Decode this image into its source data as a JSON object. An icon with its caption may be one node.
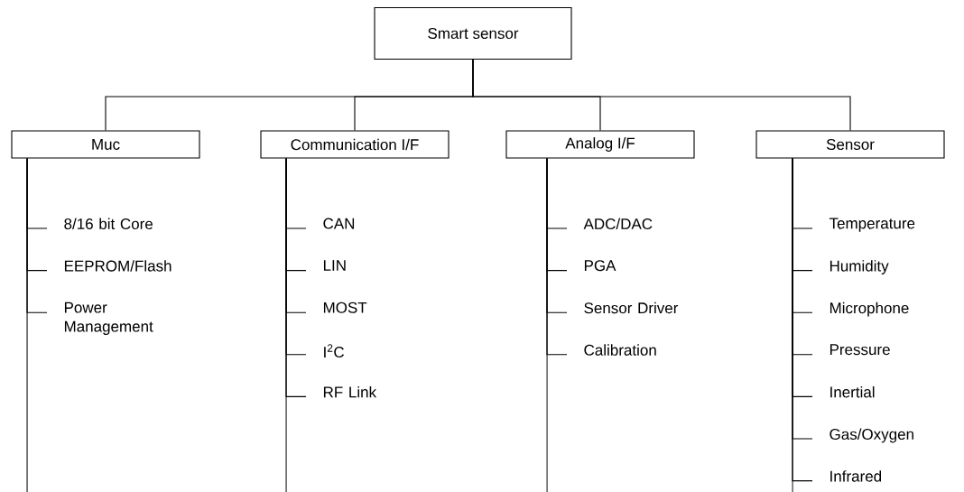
{
  "diagram": {
    "nodes": [
      {
        "text": [
          "Smart sensor"
        ]
      },
      {
        "text": [
          "Muc"
        ]
      },
      {
        "text": [
          "Communication I/F"
        ]
      },
      {
        "text": [
          "Analog I/F"
        ]
      },
      {
        "text": [
          "Sensor"
        ]
      },
      {
        "text": [
          "8/16 bit Core"
        ]
      },
      {
        "text": [
          "EEPROM/Flash"
        ]
      },
      {
        "text": [
          "Power Management"
        ]
      },
      {
        "text": [
          "CAN"
        ]
      },
      {
        "text": [
          "LIN"
        ]
      },
      {
        "text": [
          "MOST"
        ]
      },
      {
        "text": [
          "I$^{2}$C"
        ]
      },
      {
        "text": [
          "RF Link"
        ]
      },
      {
        "text": [
          "ADC/DAC"
        ]
      },
      {
        "text": [
          "PGA"
        ]
      },
      {
        "text": [
          "Sensor Driver"
        ]
      },
      {
        "text": [
          "Calibration"
        ]
      },
      {
        "text": [
          "Temperature"
        ]
      },
      {
        "text": [
          "Humidity"
        ]
      },
      {
        "text": [
          "Microphone"
        ]
      },
      {
        "text": [
          "Pressure"
        ]
      },
      {
        "text": [
          "Inertial"
        ]
      },
      {
        "text": [
          "Gas/Oxygen"
        ]
      },
      {
        "text": [
          "Infrared"
        ]
      }
    ],
    "edges": [
      {
        "from": 0,
        "to": 1,
        "arrow": "none"
      },
      {
        "from": 0,
        "to": 2,
        "arrow": "none"
      },
      {
        "from": 0,
        "to": 3,
        "arrow": "none"
      },
      {
        "from": 0,
        "to": 4,
        "arrow": "none"
      },
      {
        "from": 1,
        "to": 5,
        "arrow": "none"
      },
      {
        "from": 1,
        "to": 6,
        "arrow": "none"
      },
      {
        "from": 1,
        "to": 7,
        "arrow": "none"
      },
      {
        "from": 2,
        "to": 8,
        "arrow": "none"
      },
      {
        "from": 2,
        "to": 9,
        "arrow": "none"
      },
      {
        "from": 2,
        "to": 10,
        "arrow": "none"
      },
      {
        "from": 2,
        "to": 11,
        "arrow": "none"
      },
      {
        "from": 2,
        "to": 12,
        "arrow": "none"
      },
      {
        "from": 3,
        "to": 13,
        "arrow": "none"
      },
      {
        "from": 3,
        "to": 14,
        "arrow": "none"
      },
      {
        "from": 3,
        "to": 15,
        "arrow": "none"
      },
      {
        "from": 3,
        "to": 16,
        "arrow": "none"
      },
      {
        "from": 4,
        "to": 17,
        "arrow": "none"
      },
      {
        "from": 4,
        "to": 18,
        "arrow": "none"
      },
      {
        "from": 4,
        "to": 19,
        "arrow": "none"
      },
      {
        "from": 4,
        "to": 20,
        "arrow": "none"
      },
      {
        "from": 4,
        "to": 21,
        "arrow": "none"
      },
      {
        "from": 4,
        "to": 22,
        "arrow": "none"
      },
      {
        "from": 4,
        "to": 23,
        "arrow": "none"
      }
    ]
  }
}
